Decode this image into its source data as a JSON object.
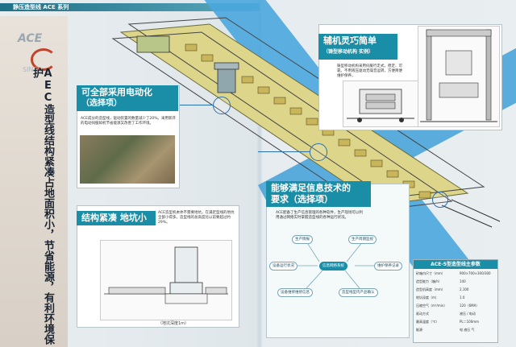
{
  "header": {
    "text": "静压造型线 ACE 系列"
  },
  "sidebar": {
    "logo": "ACE",
    "logo_sub": "SINTO",
    "vertical_title": "AEC造型线结构紧凑占地面积小，节省能源，有利环境保护"
  },
  "panels": {
    "electric": {
      "title": "可全部采用电动化",
      "subtitle": "（选择项）",
      "body": "ACE成分的造型线，驱动装置的数量减少了20%。采用新开的电动伺服如机节省能源又改善了工作环境。"
    },
    "compact": {
      "title": "结构紧凑 地坑小",
      "body": "ACE造型机本体不需要地坑，在满足型线的地坑全部小得多。造型线的总高度比以前要超过约29%。",
      "caption": "（地坑深度1m）"
    },
    "auxiliary": {
      "title": "辅机灵巧简单",
      "subtitle": "（铸型移动机构 实例）",
      "body": "铸型移动机构采用伺服行走式，稳定、可靠。不用液压驱动无噪音运转，方便简便维护保养。"
    },
    "info": {
      "title": "能够满足信息技术的",
      "title2": "要求（选择项）",
      "body": "ACE配备了生产信息管理的各种软件，生产现场可以利用通过网络实时掌握造型线的各种运行状况。",
      "center": "信息网络系统",
      "nodes": [
        "生产情报",
        "生产周期监视",
        "设备运行状况",
        "维护保养记录",
        "设备维修维修信息",
        "造型线型内产品确认"
      ]
    }
  },
  "params": {
    "title": "ACE-5型造型线主参数",
    "rows": [
      {
        "k": "砂箱内尺寸（mm）",
        "v": "900×700×300/300"
      },
      {
        "k": "造型能力（箱/h）",
        "v": "140"
      },
      {
        "k": "造型机高度（mm）",
        "v": "2,100"
      },
      {
        "k": "地坑深度（m）",
        "v": "1.0"
      },
      {
        "k": "压缩空气（m³/min）",
        "v": "120（6MA）"
      },
      {
        "k": "驱动方式",
        "v": "液压 / 电动"
      },
      {
        "k": "最高温度（℃）",
        "v": "PL＝100mm"
      },
      {
        "k": "能源",
        "v": "电  液压 气"
      }
    ]
  }
}
